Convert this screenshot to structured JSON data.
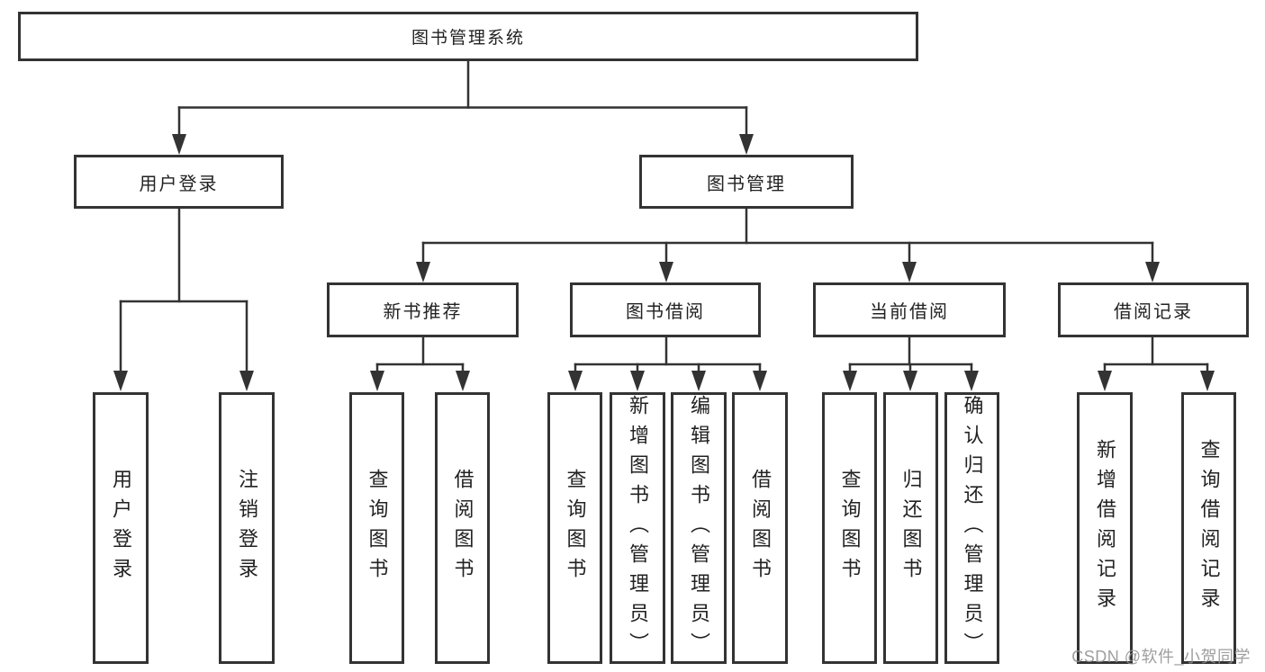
{
  "colors": {
    "line": "#333333",
    "box_border": "#333333",
    "box_background": "#ffffff",
    "text": "#222222",
    "watermark": "#919191",
    "background": "#ffffff"
  },
  "tree": {
    "root": {
      "label": "图书管理系统",
      "children": [
        {
          "label": "用户登录",
          "children": [
            {
              "label": "用户登录"
            },
            {
              "label": "注销登录"
            }
          ]
        },
        {
          "label": "图书管理",
          "children": [
            {
              "label": "新书推荐",
              "children": [
                {
                  "label": "查询图书"
                },
                {
                  "label": "借阅图书"
                }
              ]
            },
            {
              "label": "图书借阅",
              "children": [
                {
                  "label": "查询图书"
                },
                {
                  "label": "新增图书（管理员）"
                },
                {
                  "label": "编辑图书（管理员）"
                },
                {
                  "label": "借阅图书"
                }
              ]
            },
            {
              "label": "当前借阅",
              "children": [
                {
                  "label": "查询图书"
                },
                {
                  "label": "归还图书"
                },
                {
                  "label": "确认归还（管理员）"
                }
              ]
            },
            {
              "label": "借阅记录",
              "children": [
                {
                  "label": "新增借阅记录"
                },
                {
                  "label": "查询借阅记录"
                }
              ]
            }
          ]
        }
      ]
    }
  },
  "watermark": {
    "text": "CSDN @软件_小贺同学"
  }
}
